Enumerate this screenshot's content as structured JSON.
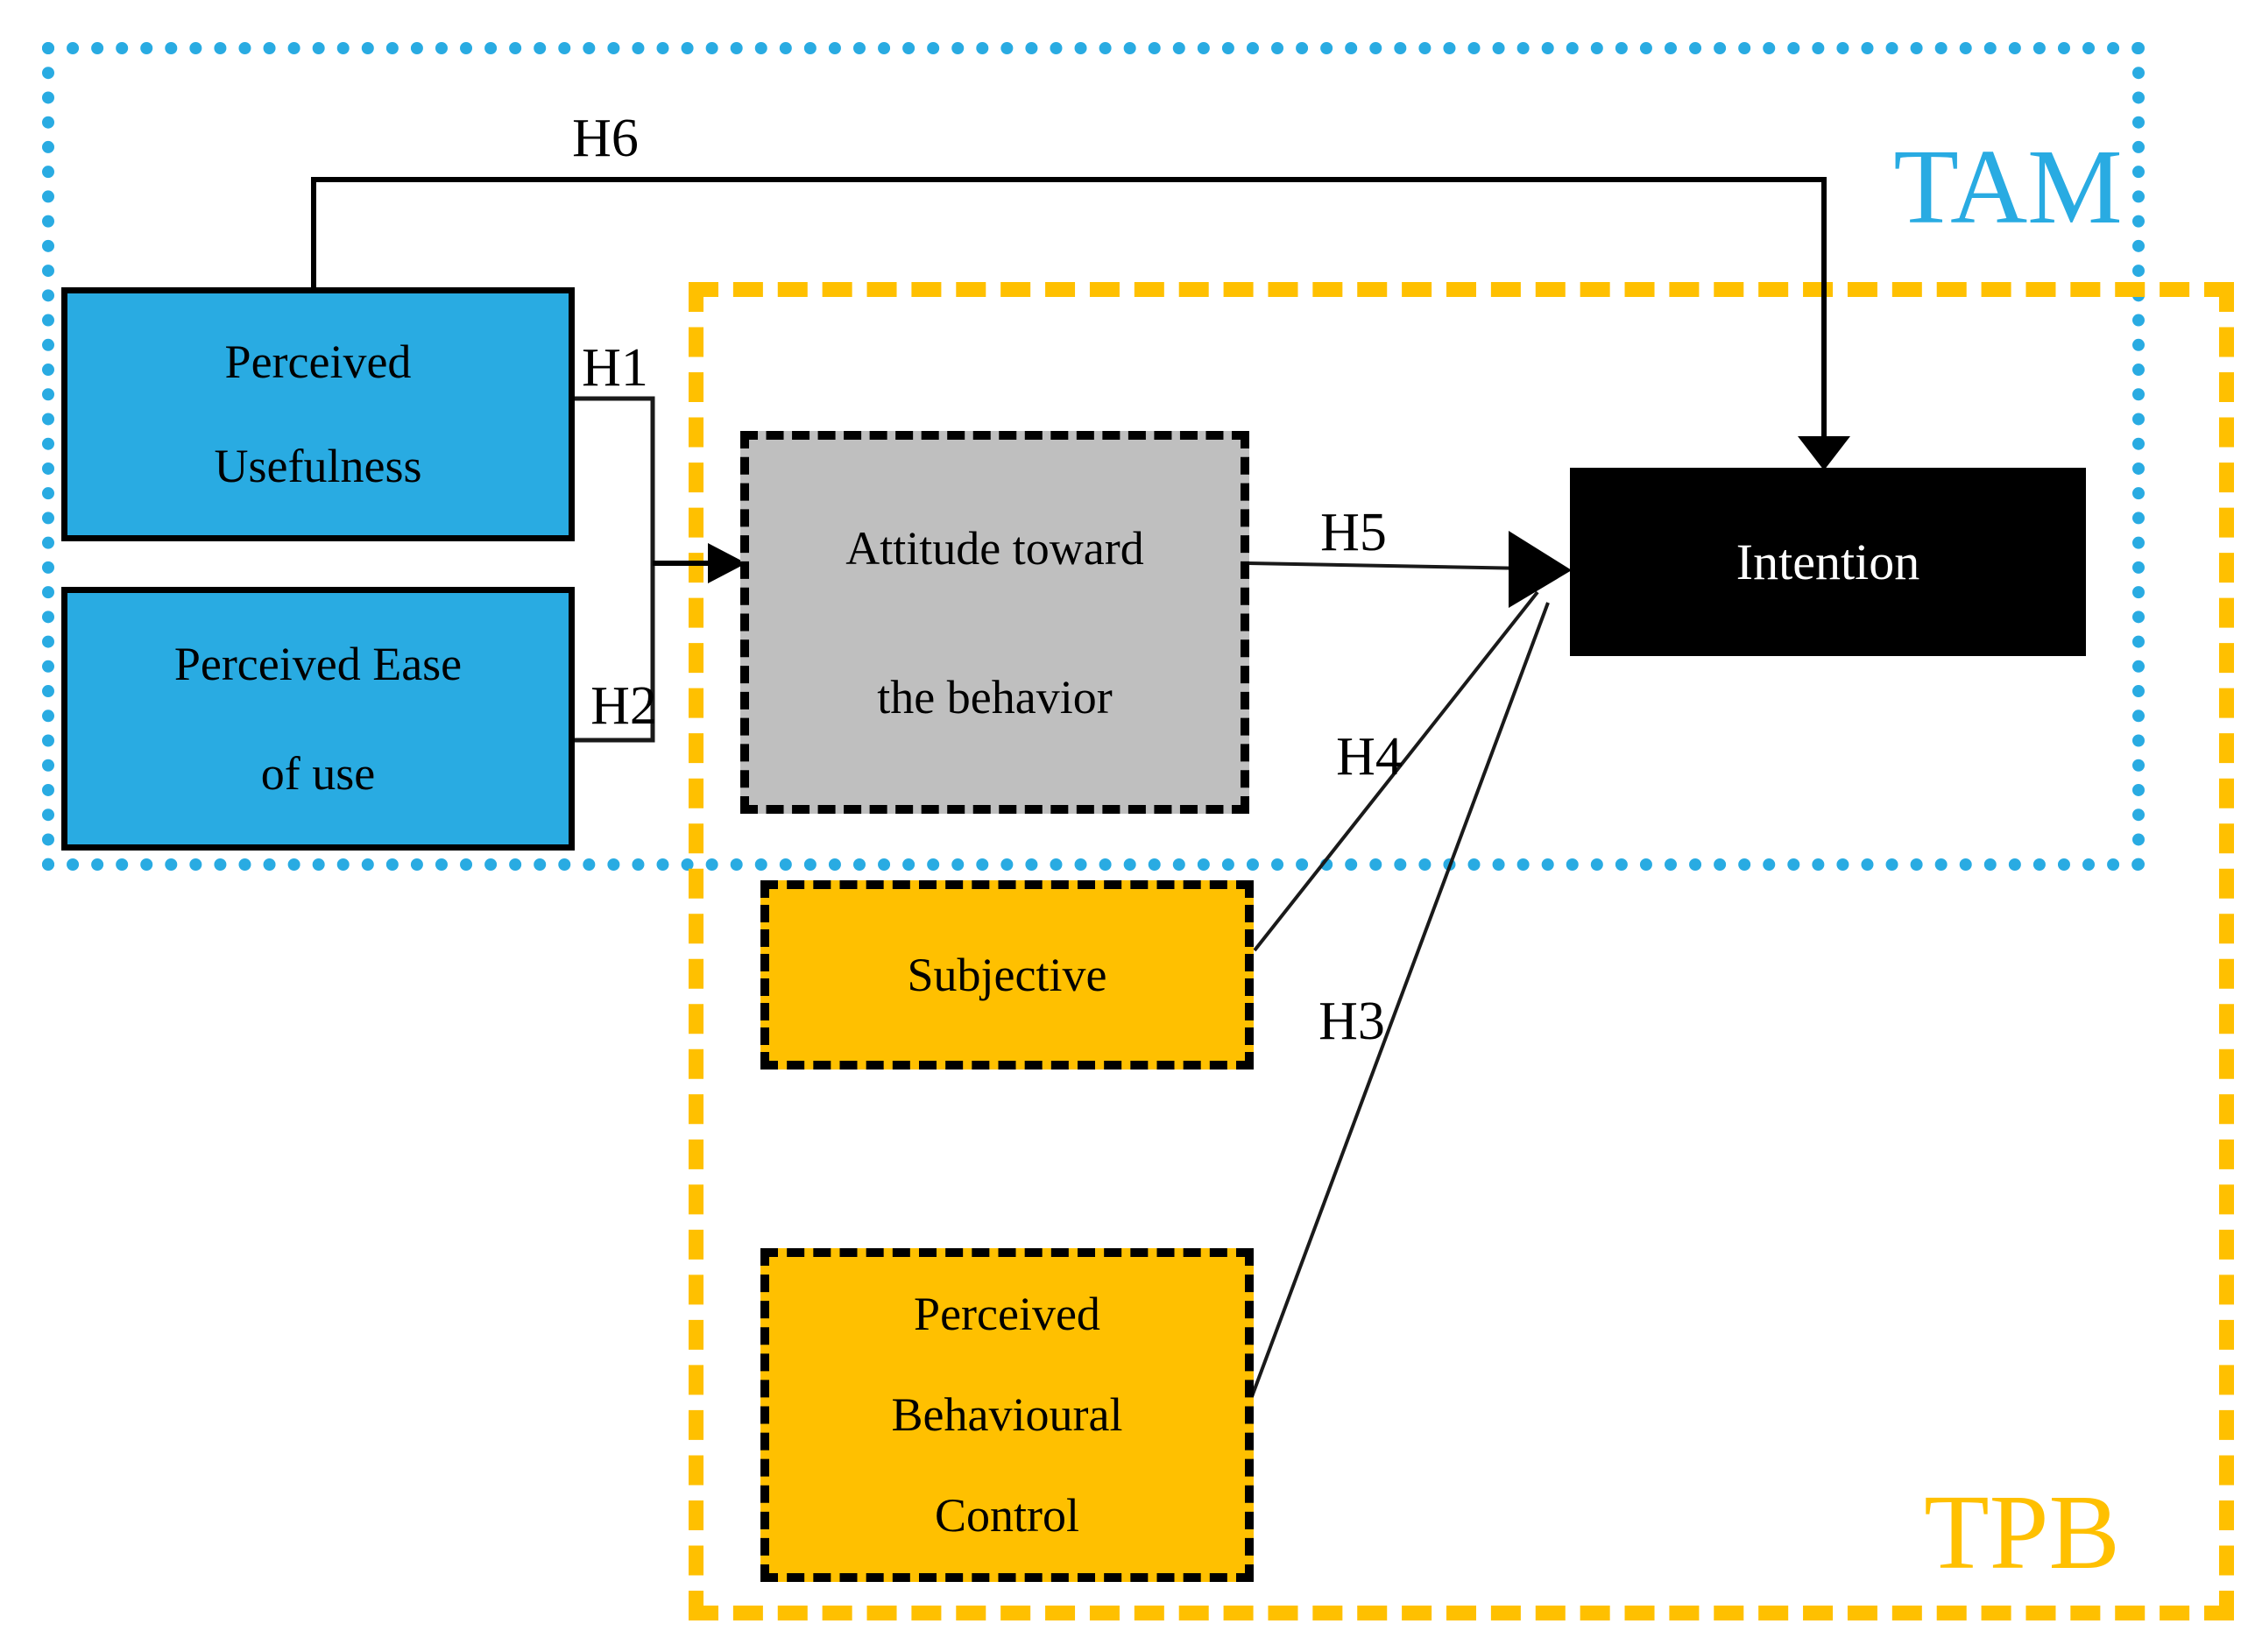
{
  "figure": {
    "type": "diagram",
    "description": "Research model combining the Technology Acceptance Model (TAM) and the Theory of Planned Behaviour (TPB) with hypotheses H1-H6 leading to Intention"
  },
  "regions": {
    "tam": {
      "label": "TAM",
      "color": "#29ABE2",
      "border_style": "dotted"
    },
    "tpb": {
      "label": "TPB",
      "color": "#FFC000",
      "border_style": "dashed"
    }
  },
  "nodes": {
    "perceived_usefulness": {
      "label": "Perceived\nUsefulness",
      "fill": "#29ABE2",
      "border": "solid black",
      "region": "TAM"
    },
    "perceived_ease_of_use": {
      "label": "Perceived Ease\nof use",
      "fill": "#29ABE2",
      "border": "solid black",
      "region": "TAM"
    },
    "attitude": {
      "label": "Attitude toward\nthe behavior",
      "fill": "#BFBFBF",
      "border": "dashed black",
      "region": "TAM+TPB"
    },
    "intention": {
      "label": "Intention",
      "fill": "#000000",
      "text_color": "#FFFFFF",
      "region": "TAM+TPB"
    },
    "subjective": {
      "label": "Subjective",
      "fill": "#FFC000",
      "border": "dashed black",
      "region": "TPB"
    },
    "perceived_behavioural_control": {
      "label": "Perceived\nBehavioural\nControl",
      "fill": "#FFC000",
      "border": "dashed black",
      "region": "TPB"
    }
  },
  "edges": [
    {
      "label": "H1",
      "from": "Perceived Usefulness",
      "to": "Attitude toward the behavior"
    },
    {
      "label": "H2",
      "from": "Perceived Ease of use",
      "to": "Attitude toward the behavior"
    },
    {
      "label": "H3",
      "from": "Perceived Behavioural Control",
      "to": "Intention"
    },
    {
      "label": "H4",
      "from": "Subjective",
      "to": "Intention"
    },
    {
      "label": "H5",
      "from": "Attitude toward the behavior",
      "to": "Intention"
    },
    {
      "label": "H6",
      "from": "Perceived Usefulness",
      "to": "Intention"
    }
  ]
}
